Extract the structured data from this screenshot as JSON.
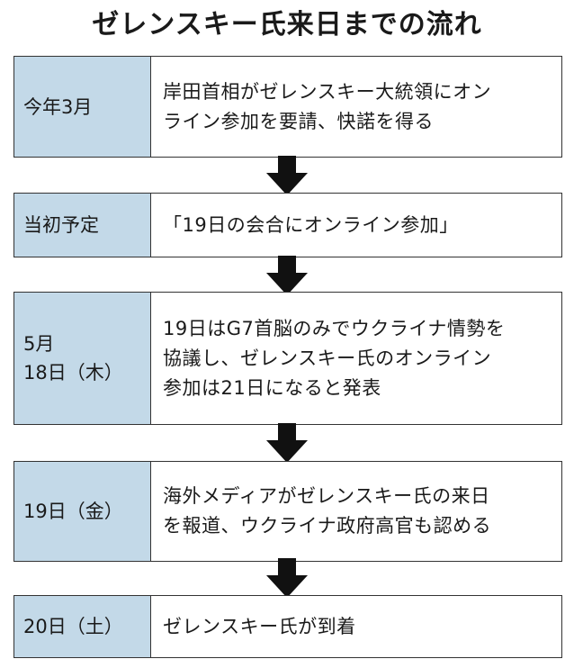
{
  "title": "ゼレンスキー氏来日までの流れ",
  "timeline": [
    {
      "date": "今年3月",
      "description": "岸田首相がゼレンスキー大統領にオン\nライン参加を要請、快諾を得る"
    },
    {
      "date": "当初予定",
      "description": "「19日の会合にオンライン参加」"
    },
    {
      "date": "5月\n18日（木）",
      "description": "19日はG7首脳のみでウクライナ情勢を\n協議し、ゼレンスキー氏のオンライン\n参加は21日になると発表"
    },
    {
      "date": "19日（金）",
      "description": "海外メディアがゼレンスキー氏の来日\nを報道、ウクライナ政府高官も認める"
    },
    {
      "date": "20日（土）",
      "description": "ゼレンスキー氏が到着"
    }
  ],
  "colors": {
    "date_cell_bg": "#c3d9e8",
    "border": "#333333",
    "arrow": "#111111"
  },
  "icons": {
    "connector": "down-arrow-icon"
  }
}
